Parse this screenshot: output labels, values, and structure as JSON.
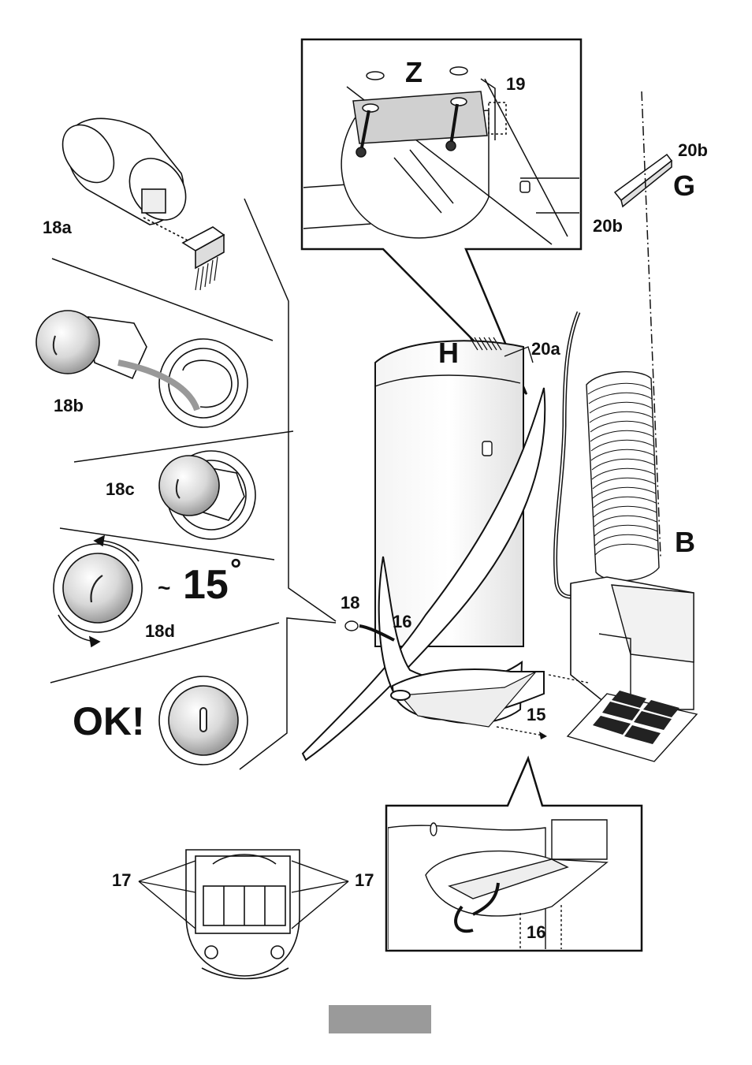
{
  "labels": {
    "z": "Z",
    "n19": "19",
    "n20b_top": "20b",
    "g": "G",
    "n20b_left": "20b",
    "n18a": "18a",
    "h": "H",
    "n20a": "20a",
    "n18b": "18b",
    "n18c": "18c",
    "b": "B",
    "tilde": "~",
    "deg15": "15",
    "degree": "°",
    "n18d": "18d",
    "n18": "18",
    "n16_mid": "16",
    "ok": "OK!",
    "n15": "15",
    "n17_left": "17",
    "n17_right": "17",
    "n16_bottom": "16"
  },
  "colors": {
    "line": "#111111",
    "ink_fill": "#ffffff",
    "shade": "#d9d9d9",
    "footer": "#9a9a9a"
  }
}
